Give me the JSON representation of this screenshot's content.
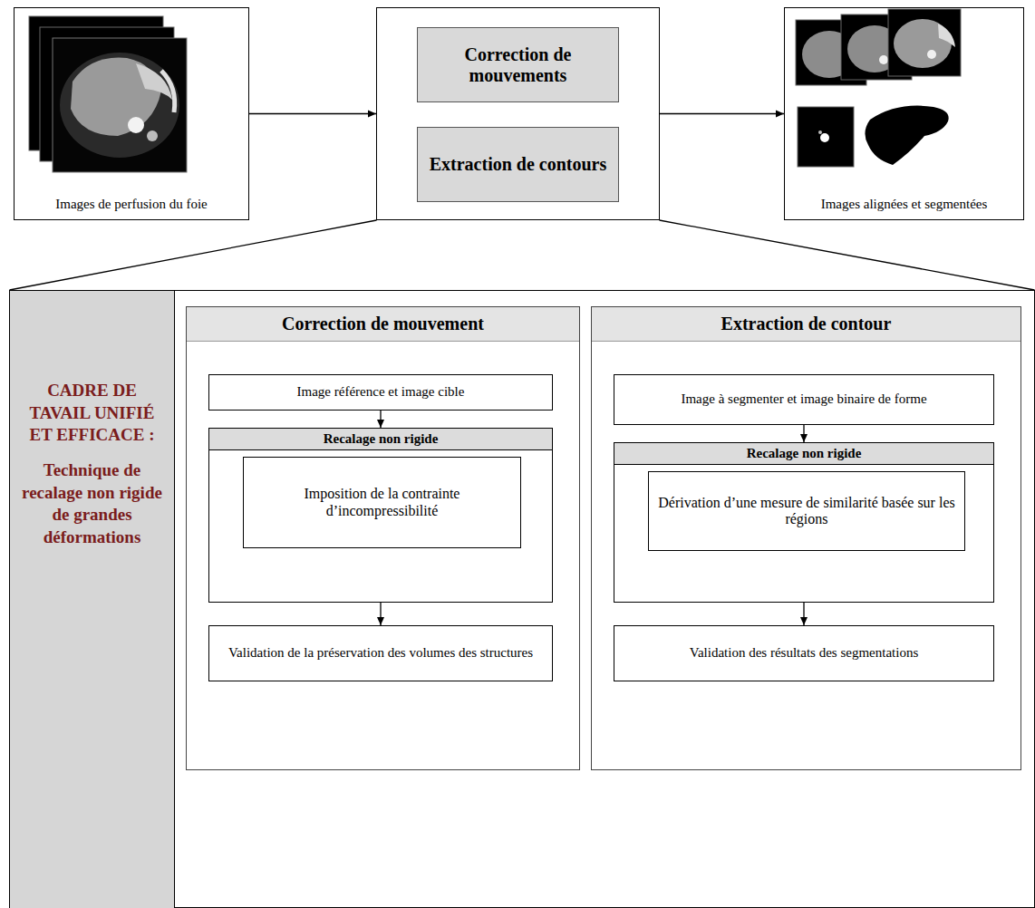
{
  "diagram": {
    "nodes": [
      {
        "text": [
          "Images de perfusion du foie"
        ]
      },
      {
        "text": []
      },
      {
        "text": [
          "Correction de mouvements"
        ],
        "in": 1
      },
      {
        "text": [
          "Extraction de contours"
        ],
        "in": 1
      },
      {
        "text": [
          "Images alignées et segmentées"
        ]
      },
      {
        "text": []
      },
      {
        "text": [
          "CADRE DE TAVAIL UNIFIÉ ET EFFICACE :",
          "Technique de recalage non rigide de grandes déformations"
        ],
        "in": 5
      },
      {
        "text": [
          "Correction de mouvement"
        ],
        "in": 5
      },
      {
        "text": [
          "Image référence et image cible"
        ],
        "in": 7
      },
      {
        "text": [
          "Recalage non rigide"
        ],
        "in": 7
      },
      {
        "text": [
          "Imposition de la contrainte d’incompressibilité"
        ],
        "in": 9
      },
      {
        "text": [
          "Validation de la préservation des volumes des structures"
        ],
        "in": 7
      },
      {
        "text": [
          "Extraction de contour"
        ],
        "in": 5
      },
      {
        "text": [
          "Image à segmenter et image binaire de forme"
        ],
        "in": 12
      },
      {
        "text": [
          "Recalage non rigide"
        ],
        "in": 12
      },
      {
        "text": [
          "Dérivation d’une mesure de similarité basée sur les régions"
        ],
        "in": 14
      },
      {
        "text": [
          "Validation des résultats des segmentations"
        ],
        "in": 12
      }
    ],
    "edges": [
      {
        "from": 0,
        "to": 1,
        "arrow": "to"
      },
      {
        "from": 1,
        "to": 4,
        "arrow": "to"
      },
      {
        "from": 1,
        "to": 5,
        "arrow": "none"
      },
      {
        "from": 1,
        "to": 5,
        "arrow": "none"
      },
      {
        "from": 8,
        "to": 9,
        "arrow": "to"
      },
      {
        "from": 9,
        "to": 11,
        "arrow": "to"
      },
      {
        "from": 13,
        "to": 14,
        "arrow": "to"
      },
      {
        "from": 14,
        "to": 16,
        "arrow": "to"
      }
    ]
  }
}
